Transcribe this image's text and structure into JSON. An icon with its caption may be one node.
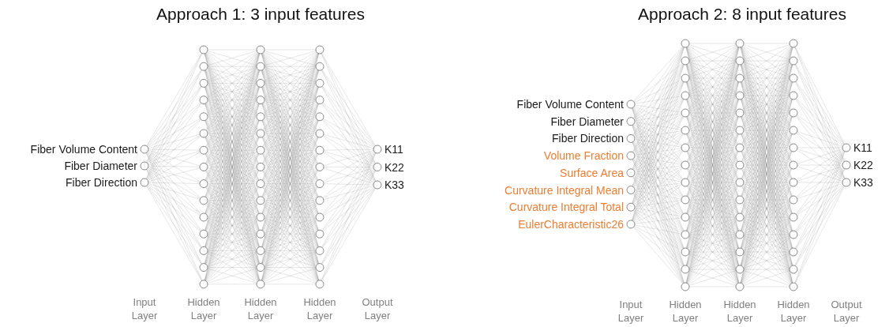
{
  "diagram": {
    "labels": [
      "Approach 1: 3 input features",
      "Fiber Volume Content",
      "Fiber Diameter",
      "Fiber Direction",
      "K11",
      "K22",
      "K33",
      "Input Layer",
      "Hidden Layer",
      "Hidden Layer",
      "Hidden Layer",
      "Output Layer",
      "Approach 2: 8 input features",
      "Fiber Volume Content",
      "Fiber Diameter",
      "Fiber Direction",
      "Volume Fraction",
      "Surface Area",
      "Curvature Integral Mean",
      "Curvature Integral Total",
      "EulerCharacteristic26",
      "K11",
      "K22",
      "K33",
      "Input Layer",
      "Hidden Layer",
      "Hidden Layer",
      "Hidden Layer",
      "Output Layer"
    ]
  }
}
